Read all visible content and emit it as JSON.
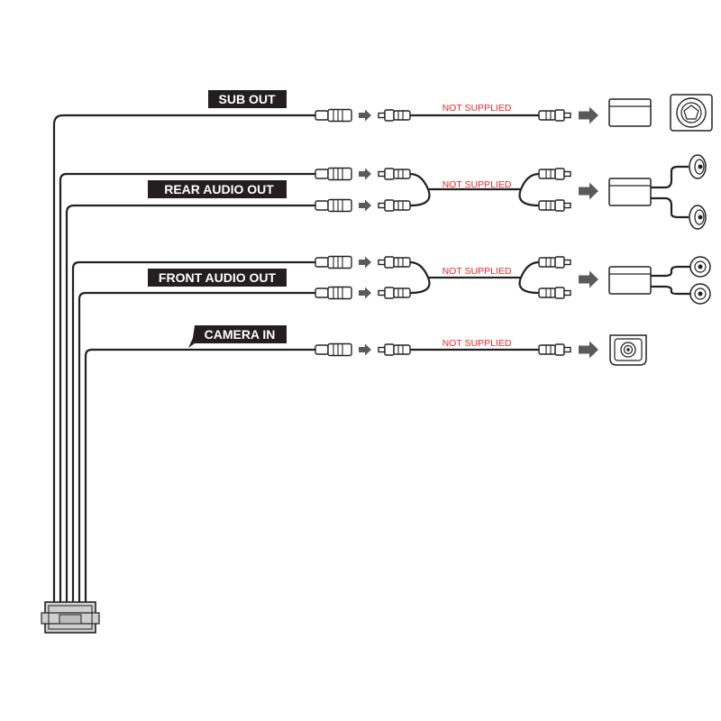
{
  "labels": {
    "sub_out": "SUB OUT",
    "rear_audio_out": "REAR AUDIO OUT",
    "front_audio_out": "FRONT AUDIO OUT",
    "camera_in": "CAMERA IN"
  },
  "not_supplied": {
    "sub": "NOT SUPPLIED",
    "rear": "NOT SUPPLIED",
    "front": "NOT SUPPLIED",
    "camera": "NOT SUPPLIED"
  },
  "colors": {
    "label_bg": "#231f20",
    "label_text": "#ffffff",
    "wire": "#222222",
    "not_supplied_text": "#e8262a",
    "arrow": "#5a5a5a",
    "connector_fill": "#cfcfcf"
  },
  "icons": {
    "subwoofer": "subwoofer-icon",
    "amplifier": "amplifier-icon",
    "speaker": "speaker-icon",
    "camera": "rear-camera-icon",
    "connector": "harness-connector-icon"
  }
}
